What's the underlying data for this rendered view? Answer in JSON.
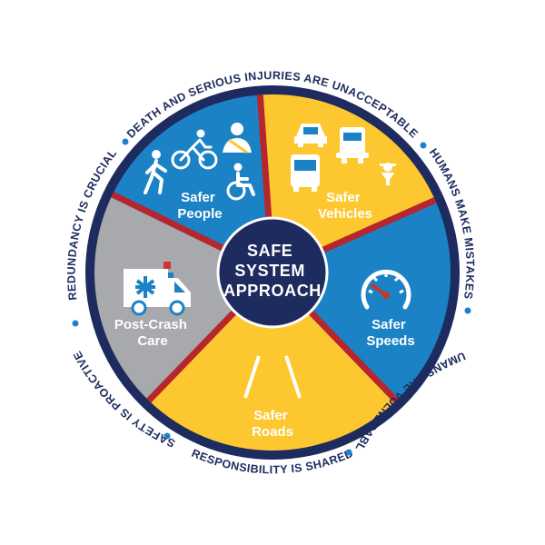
{
  "center": {
    "lines": [
      "SAFE",
      "SYSTEM",
      "APPROACH"
    ]
  },
  "segments": [
    {
      "id": "people",
      "lines": [
        "Safer",
        "People"
      ],
      "color": "#FDC72F",
      "icon": "pedestrian-cyclist-seatbelt-wheelchair-icons"
    },
    {
      "id": "vehicles",
      "lines": [
        "Safer",
        "Vehicles"
      ],
      "color": "#1B82C5",
      "icon": "car-truck-bus-motorcycle-icons"
    },
    {
      "id": "speeds",
      "lines": [
        "Safer",
        "Speeds"
      ],
      "color": "#FDC72F",
      "icon": "speedometer-icon"
    },
    {
      "id": "roads",
      "lines": [
        "Safer",
        "Roads"
      ],
      "color": "#A7A9AC",
      "icon": "road-icon"
    },
    {
      "id": "care",
      "lines": [
        "Post-Crash",
        "Care"
      ],
      "color": "#1B82C5",
      "icon": "ambulance-icon"
    }
  ],
  "principles": [
    "DEATH AND SERIOUS INJURIES ARE UNACCEPTABLE",
    "HUMANS MAKE MISTAKES",
    "HUMANS ARE VULNERABLE",
    "RESPONSIBILITY IS SHARED",
    "SAFETY IS PROACTIVE",
    "REDUNDANCY IS CRUCIAL"
  ],
  "colors": {
    "navy": "#1E2B5E",
    "divider": "#B5262F",
    "white": "#FFFFFF",
    "yellow": "#FDC72F",
    "blue": "#1B82C5",
    "gray": "#A7A9AC"
  }
}
